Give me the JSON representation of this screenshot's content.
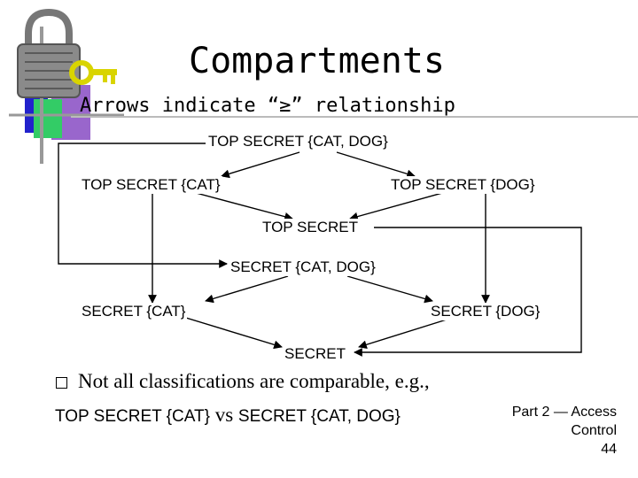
{
  "title": "Compartments",
  "subtitle": "Arrows indicate “≥” relationship",
  "nodes": {
    "ts_cat_dog": "TOP SECRET {CAT, DOG}",
    "ts_cat": "TOP SECRET {CAT}",
    "ts_dog": "TOP SECRET {DOG}",
    "ts": "TOP SECRET",
    "s_cat_dog": "SECRET {CAT, DOG}",
    "s_cat": "SECRET {CAT}",
    "s_dog": "SECRET {DOG}",
    "s": "SECRET"
  },
  "bullet": "Not all classifications are comparable, e.g.,",
  "example": {
    "left": "TOP SECRET {CAT}",
    "middle": " vs ",
    "right": "SECRET {CAT, DOG}"
  },
  "footer": {
    "line1": "Part 2 — Access",
    "line2": "Control",
    "page": "44"
  },
  "colors": {
    "lock_body": "#8a8a8a",
    "key": "#d9d400",
    "square_blue": "#2222cc",
    "square_green": "#33cc66",
    "square_purple": "#9966cc"
  }
}
